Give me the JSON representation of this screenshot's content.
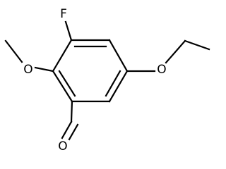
{
  "molecule": {
    "atoms": {
      "fluorine": "F",
      "methoxy_oxygen": "O",
      "ethoxy_oxygen": "O",
      "aldehyde_oxygen": "O"
    },
    "colors": {
      "bond": "#000000",
      "text": "#000000",
      "background": "#ffffff"
    }
  }
}
